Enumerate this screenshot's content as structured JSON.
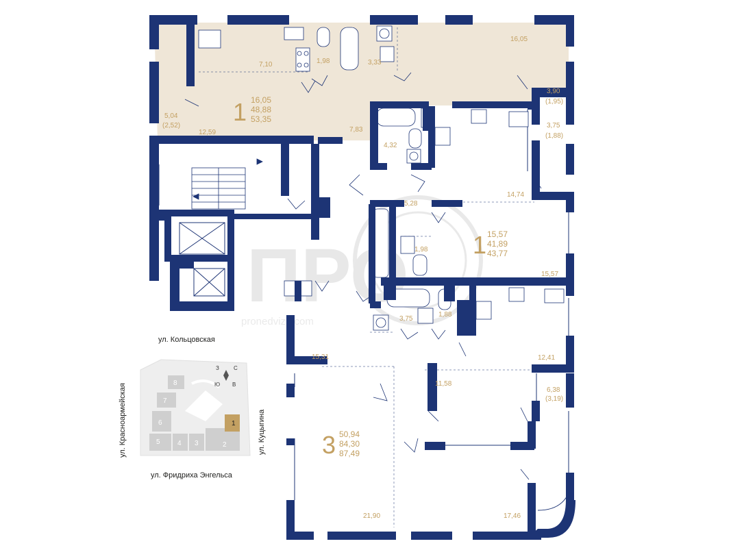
{
  "colors": {
    "wall": "#1d3475",
    "highlight_fill": "#efe6d7",
    "label": "#c3a062",
    "thin_line": "#1d3475",
    "map_block": "#d9d9d9",
    "map_block_active": "#c3a062"
  },
  "apartments": [
    {
      "id": "apt-top",
      "number": "1",
      "living": "16,05",
      "total": "48,88",
      "total_with_balcony": "53,35"
    },
    {
      "id": "apt-middle",
      "number": "1",
      "living": "15,57",
      "total": "41,89",
      "total_with_balcony": "43,77"
    },
    {
      "id": "apt-bottom",
      "number": "3",
      "living": "50,94",
      "total": "84,30",
      "total_with_balcony": "87,49"
    }
  ],
  "rooms": [
    "16,05",
    "7,10",
    "1,98",
    "3,33",
    "3,90",
    "(1,95)",
    "5,04",
    "(2,52)",
    "12,59",
    "7,83",
    "4,32",
    "3,75",
    "(1,88)",
    "14,74",
    "5,28",
    "1,98",
    "15,57",
    "3,75",
    "1,88",
    "15,31",
    "12,41",
    "11,58",
    "6,38",
    "(3,19)",
    "21,90",
    "17,46"
  ],
  "watermark": {
    "logo_text": "ПРО",
    "url": "pronedvizh.com"
  },
  "streets": {
    "north": "ул. Кольцовская",
    "west": "ул. Красноармейская",
    "east": "ул. Куцыгина",
    "south": "ул. Фридриха Энгельса"
  },
  "compass": {
    "n": "С",
    "s": "Ю",
    "w": "З",
    "e": "В"
  },
  "site_map": {
    "active_building": "1",
    "buildings": [
      "8",
      "7",
      "6",
      "5",
      "4",
      "3",
      "2",
      "1"
    ]
  }
}
